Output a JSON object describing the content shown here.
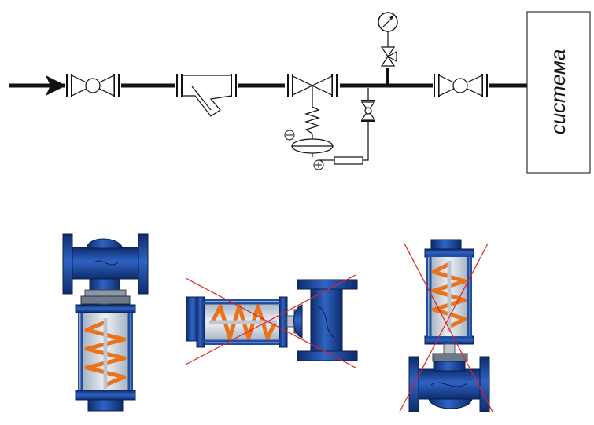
{
  "schematic": {
    "system_label": "система",
    "diaphragm_minus": "⊖",
    "diaphragm_plus": "⊕"
  },
  "installations": [
    {
      "orientation": "actuator-down",
      "allowed": true
    },
    {
      "orientation": "actuator-horizontal",
      "allowed": false
    },
    {
      "orientation": "actuator-up",
      "allowed": false
    }
  ],
  "colors": {
    "pipe": "#111111",
    "valve_body": "#1f4fa3",
    "valve_dark": "#0d2c6b",
    "spring": "#e8731a",
    "cross": "#e02020"
  }
}
